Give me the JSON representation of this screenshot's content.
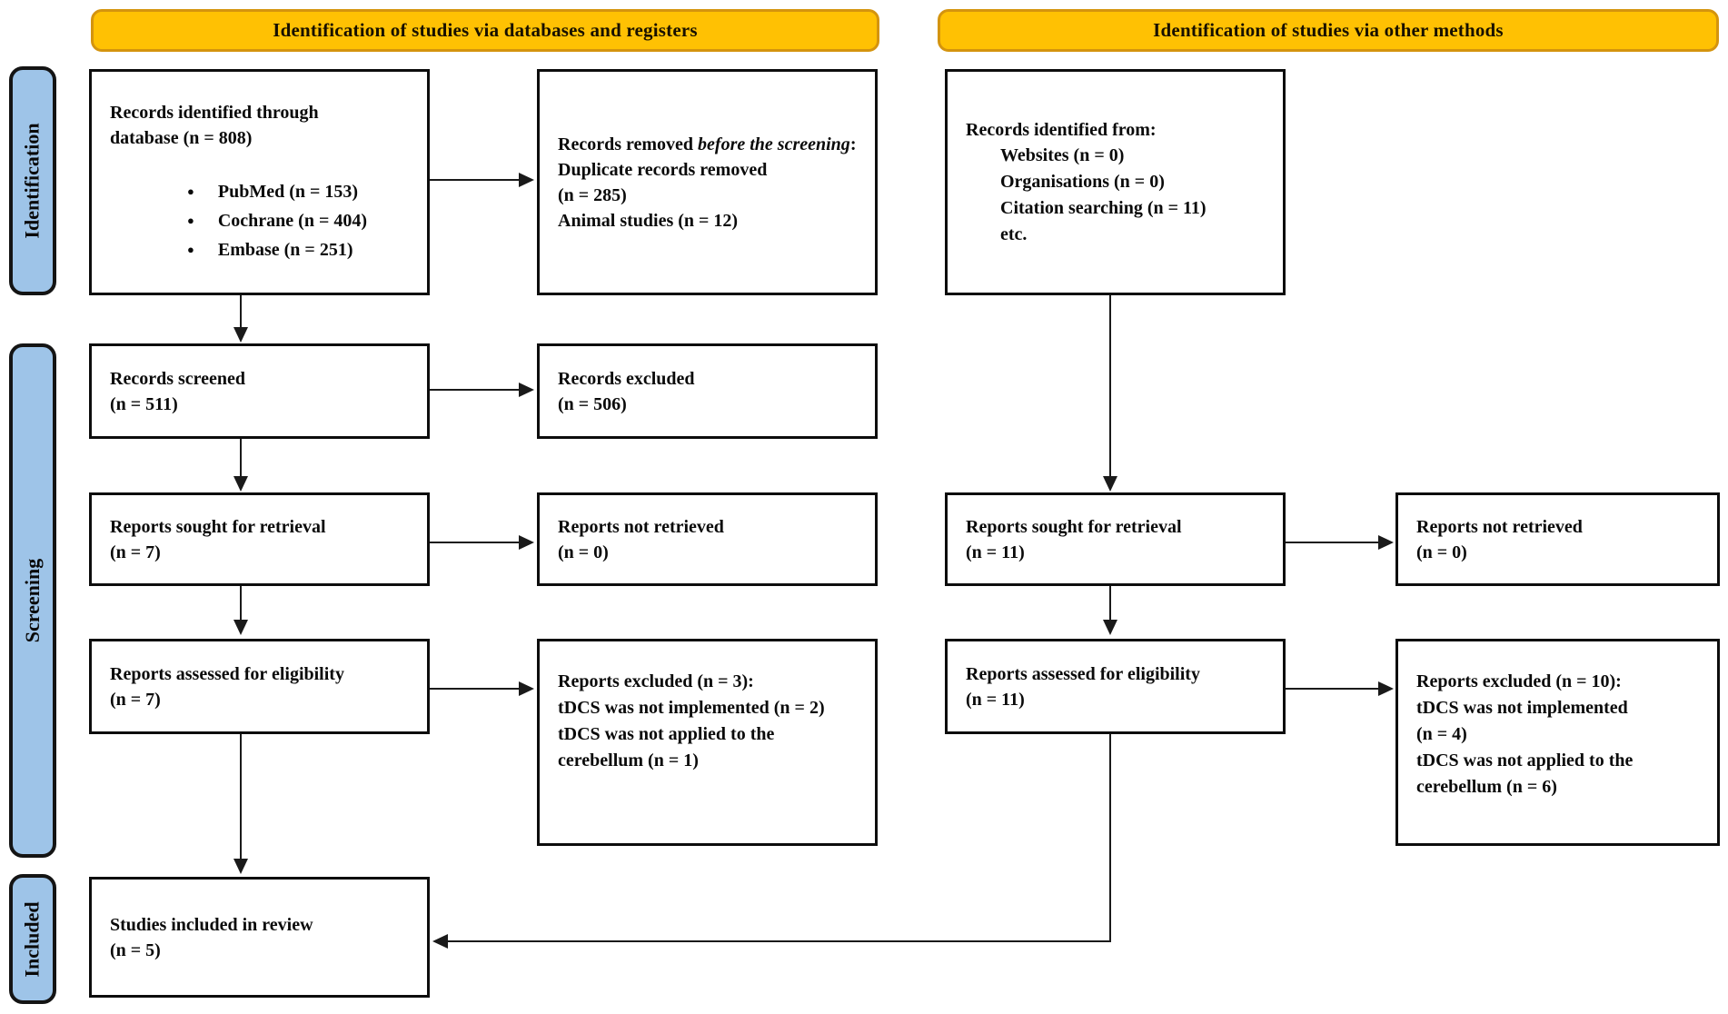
{
  "headers": {
    "databases": "Identification of studies via databases and registers",
    "other": "Identification of studies via other methods"
  },
  "stages": {
    "identification": "Identification",
    "screening": "Screening",
    "included": "Included"
  },
  "colors": {
    "banner_fill": "#FFC103",
    "banner_border": "#D4940E",
    "stage_fill": "#9EC4E8",
    "box_border": "#0d0d0d",
    "arrow": "#1a1a1a"
  },
  "boxes": {
    "records_identified": {
      "lines": [
        "Records identified through",
        "database (n = 808)"
      ],
      "bullets": [
        "PubMed (n = 153)",
        "Cochrane (n = 404)",
        "Embase (n = 251)"
      ]
    },
    "records_removed": {
      "prefix": "Records removed ",
      "italic": "before the screening",
      "suffix": ":",
      "lines": [
        "Duplicate records removed",
        "(n = 285)",
        "Animal studies (n = 12)"
      ]
    },
    "records_identified_other": {
      "heading": "Records identified from:",
      "items": [
        "Websites (n = 0)",
        "Organisations (n = 0)",
        "Citation searching (n = 11)",
        "etc."
      ]
    },
    "records_screened": {
      "lines": [
        "Records screened",
        "(n = 511)"
      ]
    },
    "records_excluded": {
      "lines": [
        "Records excluded",
        "(n = 506)"
      ]
    },
    "reports_sought_db": {
      "lines": [
        "Reports sought for retrieval",
        "(n = 7)"
      ]
    },
    "reports_not_retrieved_db": {
      "lines": [
        "Reports not retrieved",
        "(n = 0)"
      ]
    },
    "reports_sought_other": {
      "lines": [
        "Reports sought for retrieval",
        "(n = 11)"
      ]
    },
    "reports_not_retrieved_other": {
      "lines": [
        "Reports not retrieved",
        "(n = 0)"
      ]
    },
    "reports_assessed_db": {
      "lines": [
        "Reports assessed for eligibility",
        "(n = 7)"
      ]
    },
    "reports_excluded_db": {
      "lines": [
        "Reports excluded (n = 3):",
        "tDCS was not implemented (n = 2)",
        "tDCS was not applied to the",
        "cerebellum (n = 1)"
      ]
    },
    "reports_assessed_other": {
      "lines": [
        "Reports assessed for eligibility",
        "(n = 11)"
      ]
    },
    "reports_excluded_other": {
      "lines": [
        "Reports excluded (n = 10):",
        "tDCS was not implemented",
        "(n = 4)",
        "tDCS was not applied to the",
        "cerebellum (n = 6)"
      ]
    },
    "studies_included": {
      "lines": [
        "Studies included in review",
        "(n = 5)"
      ]
    }
  }
}
